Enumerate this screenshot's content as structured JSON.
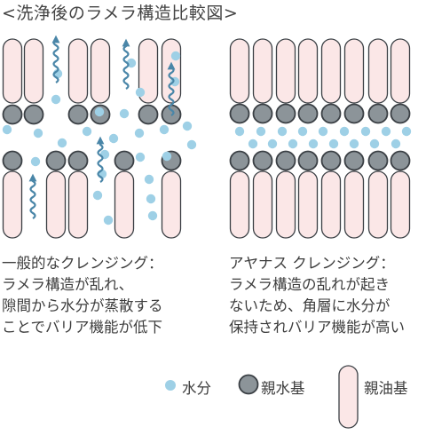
{
  "title": "<洗浄後のラメラ構造比較図>",
  "left_caption": {
    "lines": [
      "一般的なクレンジング：",
      "ラメラ構造が乱れ、",
      "隙間から水分が蒸散する",
      "ことでバリア機能が低下"
    ]
  },
  "right_caption": {
    "lines": [
      "アヤナス クレンジング：",
      "ラメラ構造の乱れが起き",
      "ないため、角層に水分が",
      "保持されバリア機能が高い"
    ]
  },
  "legend": {
    "water": "水分",
    "hydrophilic": "親水基",
    "lipophilic": "親油基"
  },
  "colors": {
    "water": "#9ed0e6",
    "hydrophilic_fill": "#8c9499",
    "hydrophilic_stroke": "#3a3f44",
    "lipophilic_fill": "#fbe7e7",
    "lipophilic_stroke": "#3a3f44",
    "arrow": "#4a86a8"
  }
}
